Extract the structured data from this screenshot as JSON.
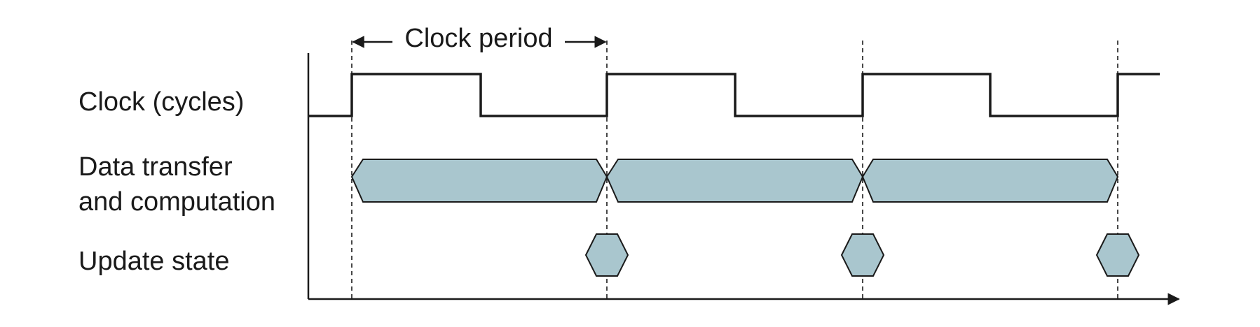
{
  "labels": {
    "clock_period": "Clock period",
    "clock_row": "Clock (cycles)",
    "data_row_line1": "Data transfer",
    "data_row_line2": "and computation",
    "update_row": "Update state"
  },
  "colors": {
    "hex_fill": "#a9c6ce",
    "stroke": "#1a1a1a"
  },
  "signal": {
    "clock_cycles_shown": 3.2,
    "data_transfer_segments": 3,
    "update_state_events": 3
  }
}
